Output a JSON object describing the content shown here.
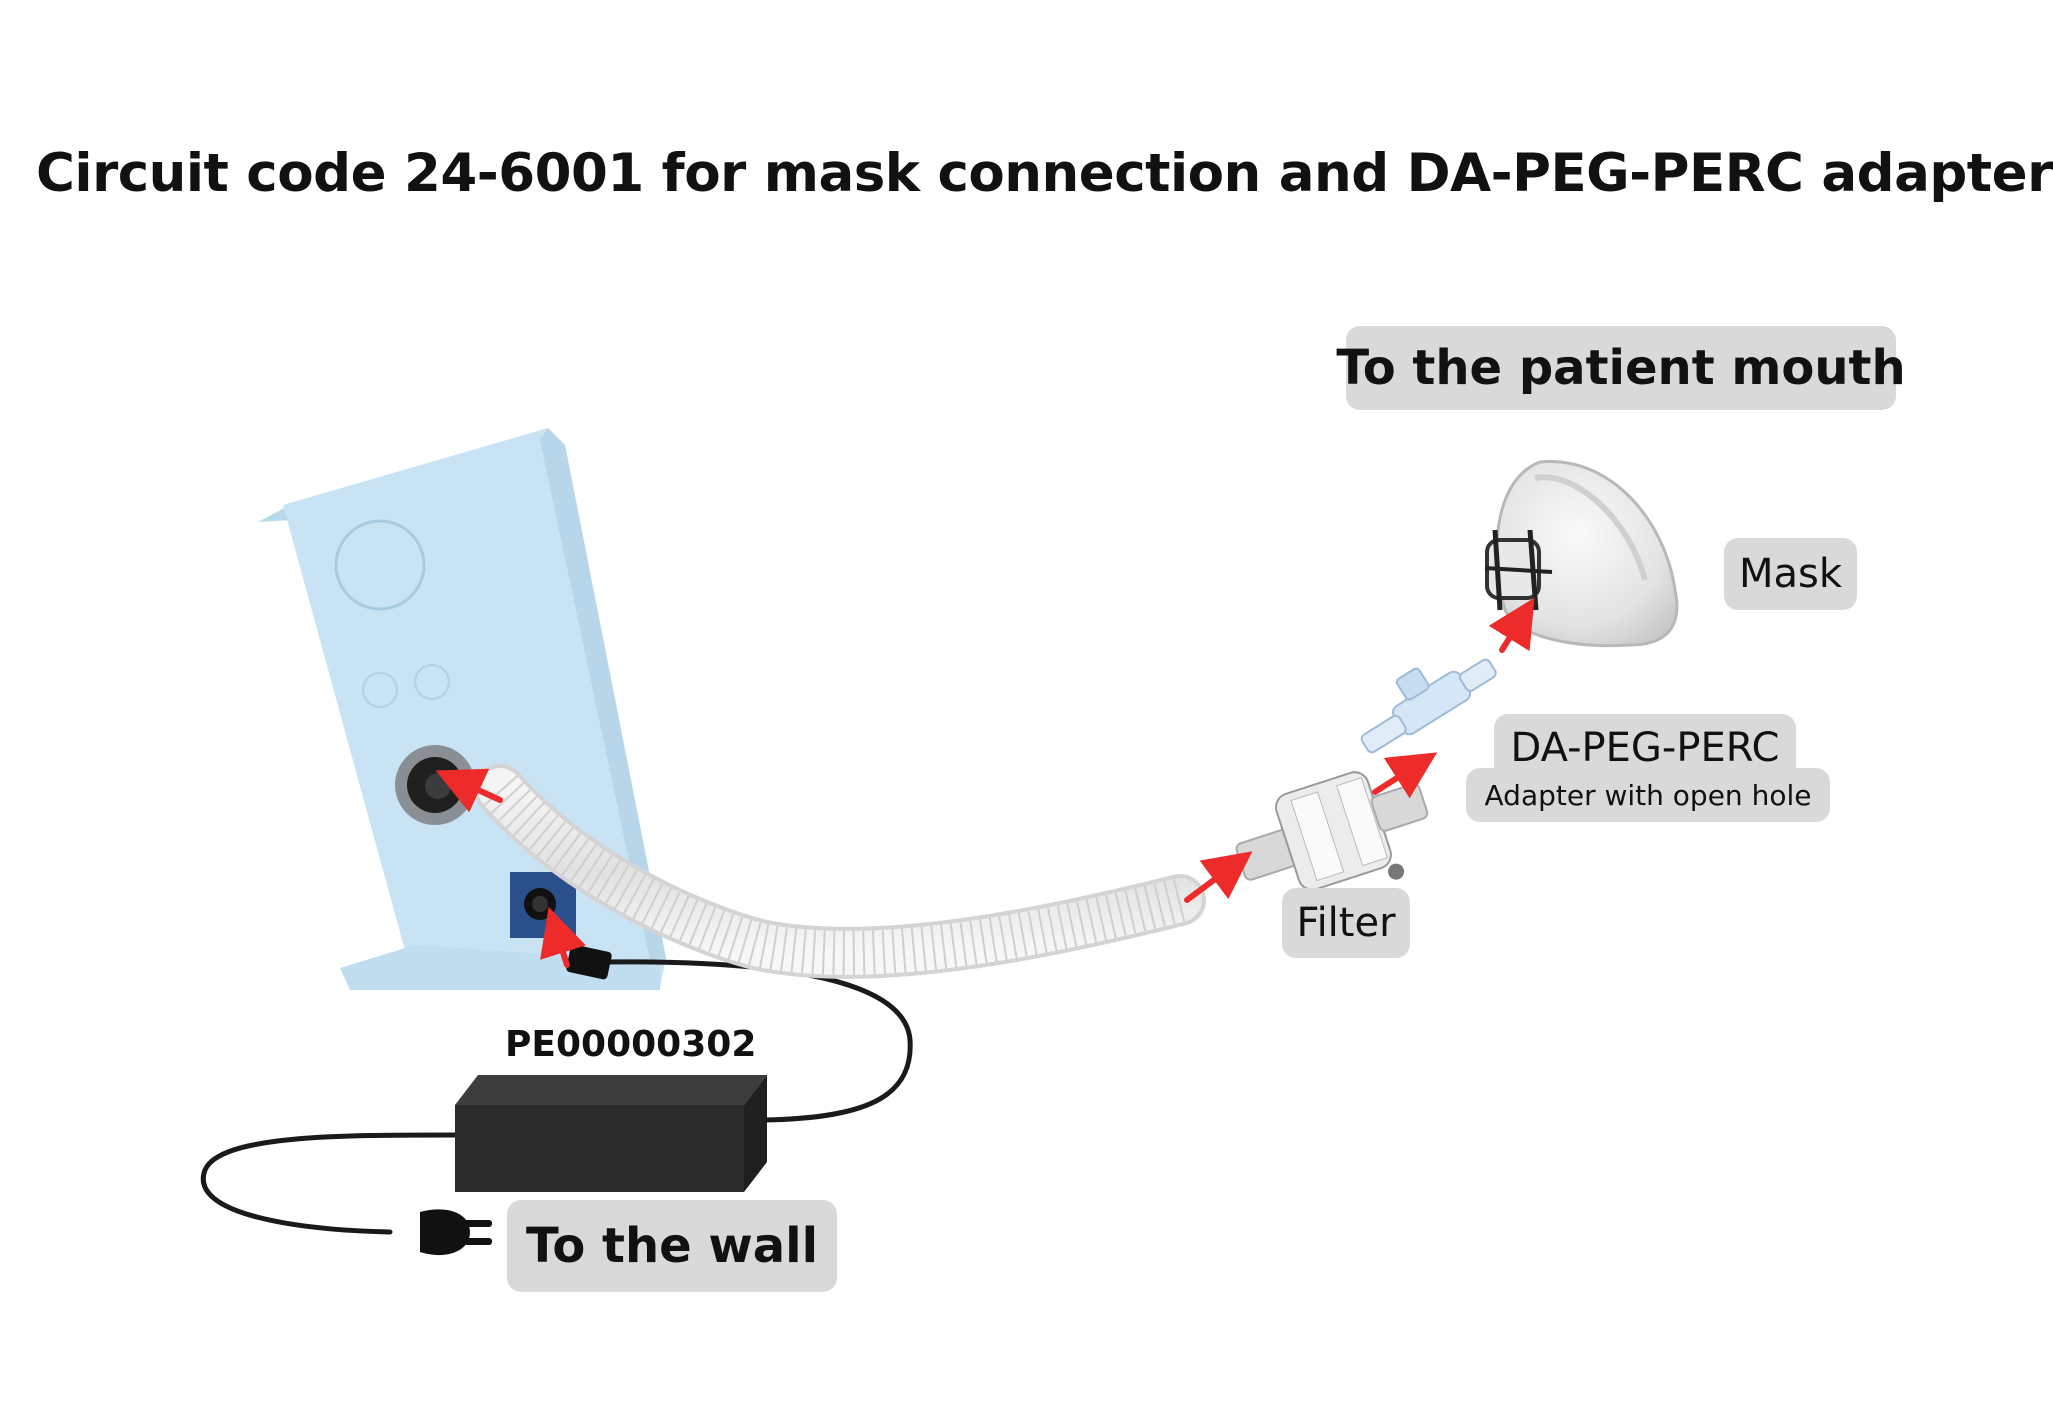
{
  "title": "Circuit code 24-6001 for mask connection and DA-PEG-PERC adapter",
  "labels": {
    "patient_mouth": "To the patient mouth",
    "mask": "Mask",
    "adapter": "DA-PEG-PERC",
    "adapter_sub": "Adapter with open hole",
    "filter": "Filter",
    "power_supply_code": "PE00000302",
    "wall": "To the wall"
  },
  "colors": {
    "device": "#c8e3f3",
    "arrow": "#ee2b2b",
    "label_bg": "#d9d9d9",
    "power_supply": "#2b2b2b"
  },
  "icons": [
    "ventilator-device",
    "breathing-tube",
    "bacterial-filter",
    "da-peg-perc-adapter",
    "face-mask",
    "power-supply-box",
    "power-plug"
  ]
}
